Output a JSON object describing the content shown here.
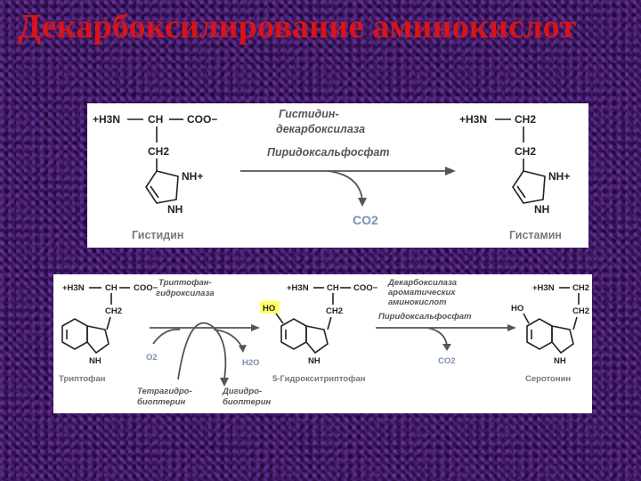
{
  "title": "Декарбоксилирование аминокислот",
  "reaction1": {
    "substrate": {
      "amine": "+H3N",
      "ch": "CH",
      "coo": "COO−",
      "ch2": "CH2",
      "nh_plus": "NH+",
      "nh": "NH",
      "name": "Гистидин"
    },
    "enzyme_line1": "Гистидин-",
    "enzyme_line2": "декарбоксилаза",
    "cofactor": "Пиридоксальфосфат",
    "byproduct": "CO2",
    "product": {
      "amine": "+H3N",
      "ch2_top": "CH2",
      "ch2": "CH2",
      "nh_plus": "NH+",
      "nh": "NH",
      "name": "Гистамин"
    }
  },
  "reaction2": {
    "substrate": {
      "amine": "+H3N",
      "ch": "CH",
      "coo": "COO−",
      "ch2": "CH2",
      "nh": "NH",
      "name": "Триптофан"
    },
    "enzyme1_line1": "Триптофан-",
    "enzyme1_line2": "гидроксилаза",
    "o2": "O2",
    "h2o": "H2O",
    "cofactor_in_line1": "Тетрагидро-",
    "cofactor_in_line2": "биоптерин",
    "cofactor_out_line1": "Дигидро-",
    "cofactor_out_line2": "биоптерин",
    "intermediate": {
      "amine": "+H3N",
      "ch": "CH",
      "coo": "COO−",
      "ch2": "CH2",
      "ho": "HO",
      "nh": "NH",
      "name": "5-Гидрокситриптофан"
    },
    "enzyme2_line1": "Декарбоксилаза",
    "enzyme2_line2": "ароматических",
    "enzyme2_line3": "аминокислот",
    "cofactor2": "Пиридоксальфосфат",
    "byproduct2": "CO2",
    "product": {
      "amine": "+H3N",
      "ch2_top": "CH2",
      "ch2": "CH2",
      "ho": "HO",
      "nh": "NH",
      "name": "Серотонин"
    }
  }
}
